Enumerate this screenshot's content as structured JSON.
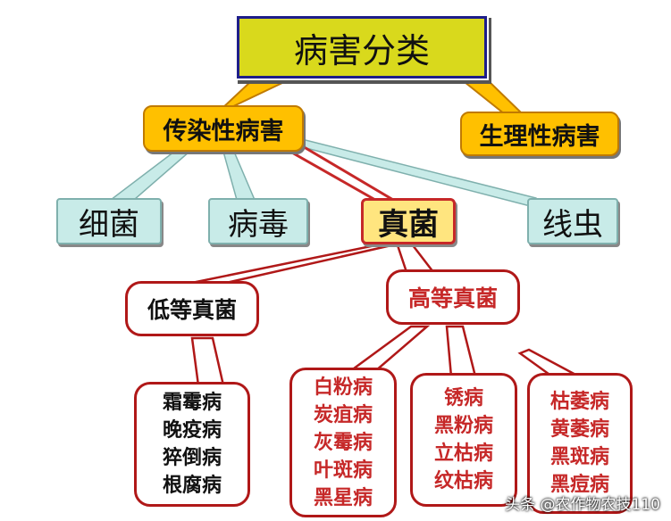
{
  "root": {
    "label": "病害分类"
  },
  "categories": {
    "infectious": "传染性病害",
    "physiological": "生理性病害"
  },
  "pathogens": {
    "bacteria": "细菌",
    "virus": "病毒",
    "fungus": "真菌",
    "nematode": "线虫"
  },
  "fungi": {
    "lower": "低等真菌",
    "higher": "高等真菌"
  },
  "lower_fungi_diseases": [
    "霜霉病",
    "晚疫病",
    "猝倒病",
    "根腐病"
  ],
  "higher_fungi_groups": [
    [
      "白粉病",
      "炭疽病",
      "灰霉病",
      "叶斑病",
      "黑星病"
    ],
    [
      "锈病",
      "黑粉病",
      "立枯病",
      "纹枯病"
    ],
    [
      "枯萎病",
      "黄萎病",
      "黑斑病",
      "黑痘病"
    ]
  ],
  "watermark": "头条 @农作物农技110",
  "colors": {
    "root_fill": "#d9d91c",
    "root_border": "#1e1e8a",
    "category_fill": "#ffc000",
    "pathogen_fill": "#c8ebe8",
    "fungus_fill": "#ffe57f",
    "accent_red": "#c62828"
  }
}
